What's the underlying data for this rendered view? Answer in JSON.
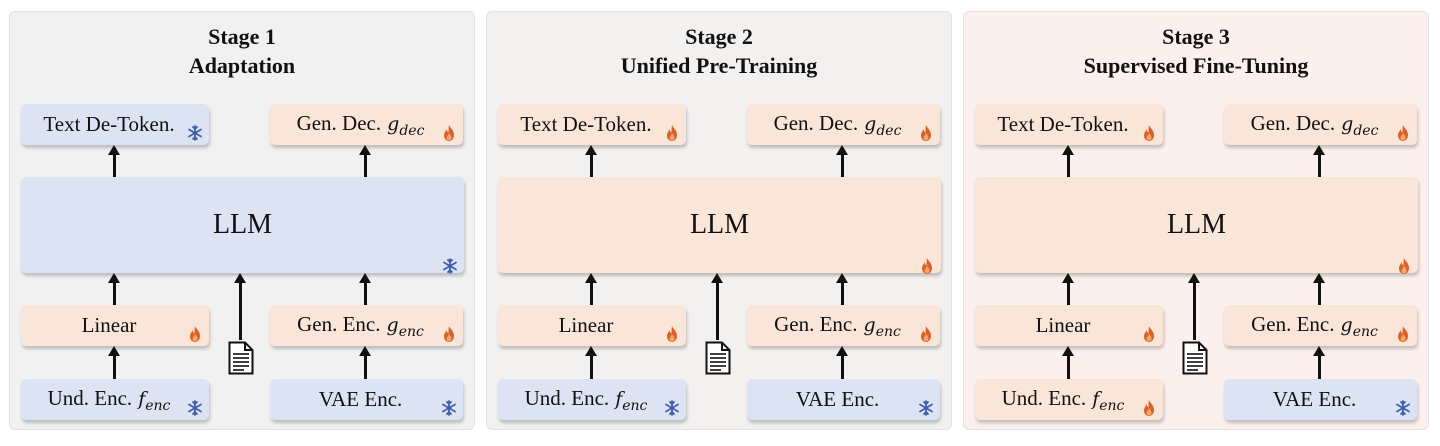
{
  "stages": [
    {
      "title": "Stage 1",
      "subtitle": "Adaptation",
      "bg": "#f1f1f1",
      "boxes": {
        "text_detoken": {
          "label": "Text De-Token.",
          "color": "blue",
          "status": "snowflake-icon"
        },
        "gen_dec": {
          "label": "Gen. Dec.",
          "math": "g",
          "sub": "dec",
          "color": "orange",
          "status": "flame-icon"
        },
        "llm": {
          "label": "LLM",
          "color": "blue",
          "status": "snowflake-icon"
        },
        "linear": {
          "label": "Linear",
          "color": "orange",
          "status": "flame-icon"
        },
        "gen_enc": {
          "label": "Gen. Enc.",
          "math": "g",
          "sub": "enc",
          "color": "orange",
          "status": "flame-icon"
        },
        "und_enc": {
          "label": "Und. Enc.",
          "math": "f",
          "sub": "enc",
          "color": "blue",
          "status": "snowflake-icon"
        },
        "vae_enc": {
          "label": "VAE Enc.",
          "color": "blue",
          "status": "snowflake-icon"
        }
      }
    },
    {
      "title": "Stage 2",
      "subtitle": "Unified Pre-Training",
      "bg": "#f3f1f0",
      "boxes": {
        "text_detoken": {
          "label": "Text De-Token.",
          "color": "orange",
          "status": "flame-icon"
        },
        "gen_dec": {
          "label": "Gen. Dec.",
          "math": "g",
          "sub": "dec",
          "color": "orange",
          "status": "flame-icon"
        },
        "llm": {
          "label": "LLM",
          "color": "orange",
          "status": "flame-icon"
        },
        "linear": {
          "label": "Linear",
          "color": "orange",
          "status": "flame-icon"
        },
        "gen_enc": {
          "label": "Gen. Enc.",
          "math": "g",
          "sub": "enc",
          "color": "orange",
          "status": "flame-icon"
        },
        "und_enc": {
          "label": "Und. Enc.",
          "math": "f",
          "sub": "enc",
          "color": "blue",
          "status": "snowflake-icon"
        },
        "vae_enc": {
          "label": "VAE Enc.",
          "color": "blue",
          "status": "snowflake-icon"
        }
      }
    },
    {
      "title": "Stage 3",
      "subtitle": "Supervised Fine-Tuning",
      "bg": "#fcf0ee",
      "boxes": {
        "text_detoken": {
          "label": "Text De-Token.",
          "color": "orange",
          "status": "flame-icon"
        },
        "gen_dec": {
          "label": "Gen. Dec.",
          "math": "g",
          "sub": "dec",
          "color": "orange",
          "status": "flame-icon"
        },
        "llm": {
          "label": "LLM",
          "color": "orange",
          "status": "flame-icon"
        },
        "linear": {
          "label": "Linear",
          "color": "orange",
          "status": "flame-icon"
        },
        "gen_enc": {
          "label": "Gen. Enc.",
          "math": "g",
          "sub": "enc",
          "color": "orange",
          "status": "flame-icon"
        },
        "und_enc": {
          "label": "Und. Enc.",
          "math": "f",
          "sub": "enc",
          "color": "orange",
          "status": "flame-icon"
        },
        "vae_enc": {
          "label": "VAE Enc.",
          "color": "blue",
          "status": "snowflake-icon"
        }
      }
    }
  ]
}
